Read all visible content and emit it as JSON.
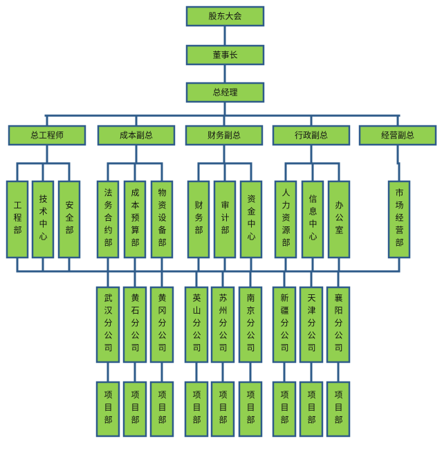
{
  "top": [
    {
      "id": "shareholders",
      "label": "股东大会"
    },
    {
      "id": "chairman",
      "label": "董事长"
    },
    {
      "id": "gm",
      "label": "总经理"
    }
  ],
  "vps": [
    {
      "id": "chief-engineer",
      "label": "总工程师",
      "depts": [
        {
          "label": "工程部"
        },
        {
          "label": "技术中心"
        },
        {
          "label": "安全部"
        }
      ]
    },
    {
      "id": "cost-vp",
      "label": "成本副总",
      "depts": [
        {
          "label": "法务合约部"
        },
        {
          "label": "成本预算部"
        },
        {
          "label": "物资设备部"
        }
      ]
    },
    {
      "id": "finance-vp",
      "label": "财务副总",
      "depts": [
        {
          "label": "财务部"
        },
        {
          "label": "审计部"
        },
        {
          "label": "资金中心"
        }
      ]
    },
    {
      "id": "admin-vp",
      "label": "行政副总",
      "depts": [
        {
          "label": "人力资源部"
        },
        {
          "label": "信息中心"
        },
        {
          "label": "办公室"
        }
      ]
    },
    {
      "id": "operations-vp",
      "label": "经营副总",
      "depts": [
        {
          "label": "市场经营部"
        }
      ]
    }
  ],
  "branches": [
    {
      "label": "武汉分公司"
    },
    {
      "label": "黄石分公司"
    },
    {
      "label": "黄冈分公司"
    },
    {
      "label": "英山分公司"
    },
    {
      "label": "苏州分公司"
    },
    {
      "label": "南京分公司"
    },
    {
      "label": "新疆分公司"
    },
    {
      "label": "天津分公司"
    },
    {
      "label": "襄阳分公司"
    }
  ],
  "project_label": "项目部",
  "colors": {
    "box_fill": "#92d050",
    "box_border": "#2e5b8a",
    "line": "#2e5b8a"
  }
}
